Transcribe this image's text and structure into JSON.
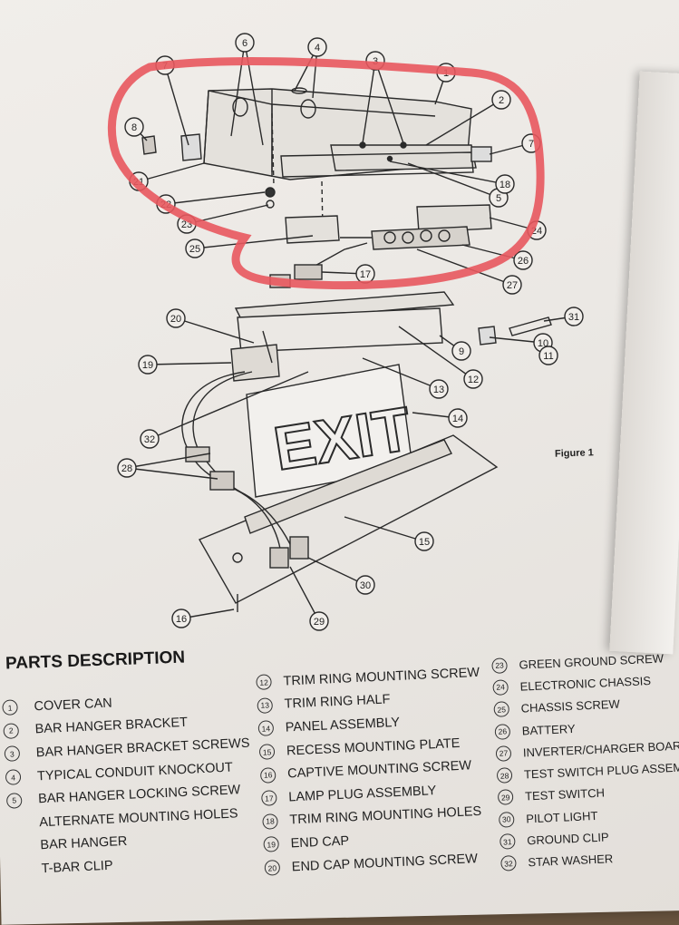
{
  "figure_label": "Figure 1",
  "exit_sign_text": "EXIT",
  "callout_labels": [
    "1",
    "2",
    "3",
    "4",
    "5",
    "6",
    "7",
    "7",
    "8",
    "9",
    "10",
    "11",
    "12",
    "13",
    "14",
    "15",
    "16",
    "17",
    "18",
    "19",
    "20",
    "21",
    "22",
    "23",
    "24",
    "25",
    "26",
    "27",
    "28",
    "29",
    "30",
    "31",
    "32"
  ],
  "parts_title": "PARTS DESCRIPTION",
  "parts_col1": [
    {
      "n": "1",
      "label": "COVER CAN"
    },
    {
      "n": "2",
      "label": "BAR HANGER BRACKET"
    },
    {
      "n": "3",
      "label": "BAR HANGER BRACKET SCREWS"
    },
    {
      "n": "4",
      "label": "TYPICAL CONDUIT KNOCKOUT"
    },
    {
      "n": "5",
      "label": "BAR HANGER LOCKING SCREW"
    },
    {
      "n": "",
      "label": "ALTERNATE MOUNTING HOLES"
    },
    {
      "n": "",
      "label": "BAR HANGER"
    },
    {
      "n": "",
      "label": "T-BAR CLIP"
    }
  ],
  "parts_col2": [
    {
      "n": "12",
      "label": "TRIM RING MOUNTING SCREW"
    },
    {
      "n": "13",
      "label": "TRIM RING HALF"
    },
    {
      "n": "14",
      "label": "PANEL ASSEMBLY"
    },
    {
      "n": "15",
      "label": "RECESS MOUNTING PLATE"
    },
    {
      "n": "16",
      "label": "CAPTIVE MOUNTING SCREW"
    },
    {
      "n": "17",
      "label": "LAMP PLUG ASSEMBLY"
    },
    {
      "n": "18",
      "label": "TRIM RING MOUNTING HOLES"
    },
    {
      "n": "19",
      "label": "END CAP"
    },
    {
      "n": "20",
      "label": "END CAP MOUNTING SCREW"
    }
  ],
  "parts_col3": [
    {
      "n": "23",
      "label": "GREEN GROUND SCREW"
    },
    {
      "n": "24",
      "label": "ELECTRONIC CHASSIS"
    },
    {
      "n": "25",
      "label": "CHASSIS SCREW"
    },
    {
      "n": "26",
      "label": "BATTERY"
    },
    {
      "n": "27",
      "label": "INVERTER/CHARGER BOARD"
    },
    {
      "n": "28",
      "label": "TEST SWITCH PLUG ASSEMBLY"
    },
    {
      "n": "29",
      "label": "TEST SWITCH"
    },
    {
      "n": "30",
      "label": "PILOT LIGHT"
    },
    {
      "n": "31",
      "label": "GROUND CLIP"
    },
    {
      "n": "32",
      "label": "STAR WASHER"
    }
  ],
  "colors": {
    "highlight": "#e8585e",
    "ink": "#2a2a2a",
    "paper": "#ece9e5"
  }
}
